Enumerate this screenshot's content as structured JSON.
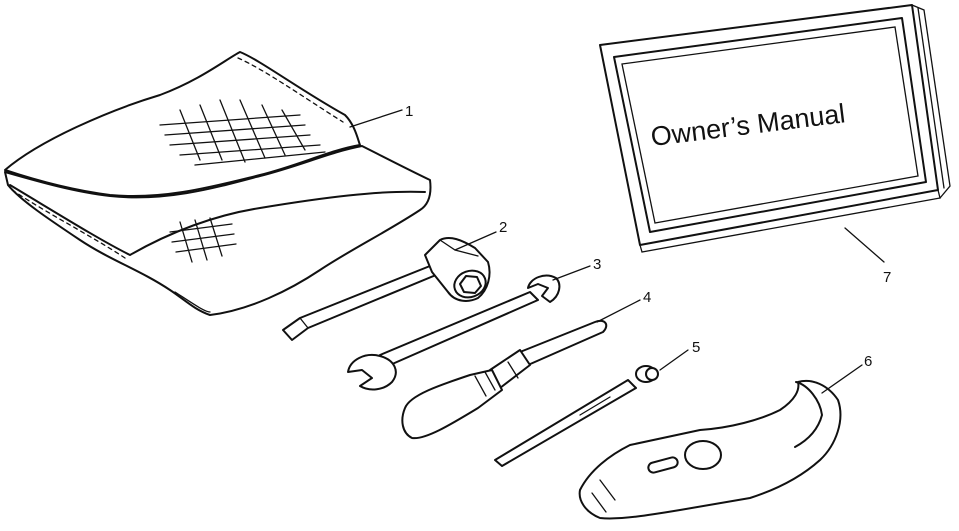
{
  "diagram": {
    "callouts": [
      {
        "id": "pouch",
        "label": "1"
      },
      {
        "id": "spark-plug-wrench",
        "label": "2"
      },
      {
        "id": "open-end-wrench",
        "label": "3"
      },
      {
        "id": "screwdriver",
        "label": "4"
      },
      {
        "id": "extension-handle",
        "label": "5"
      },
      {
        "id": "spanner-wrench",
        "label": "6"
      },
      {
        "id": "owners-manual",
        "label": "7"
      }
    ],
    "manual_cover_text": "Owner’s Manual"
  },
  "colors": {
    "ink": "#111111",
    "paper": "#ffffff"
  }
}
